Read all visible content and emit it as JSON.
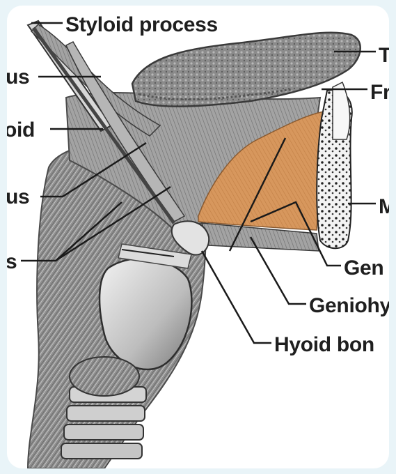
{
  "labels": {
    "styloid_process": "Styloid process",
    "t_cut": "T",
    "fr_cut": "Fr",
    "us_top": "us",
    "oid": "oid",
    "us_mid": "us",
    "s_left": "s",
    "m_cut": "M",
    "gen_cut": "Gen",
    "geniohy_cut": "Geniohy",
    "hyoid_bone": "Hyoid bon"
  },
  "colors": {
    "page_bg": "#e9f4f8",
    "frame_bg": "#ffffff",
    "highlight": "#d7975d",
    "muscle_gray": "#9a9a9a",
    "line": "#1a1a1a"
  }
}
